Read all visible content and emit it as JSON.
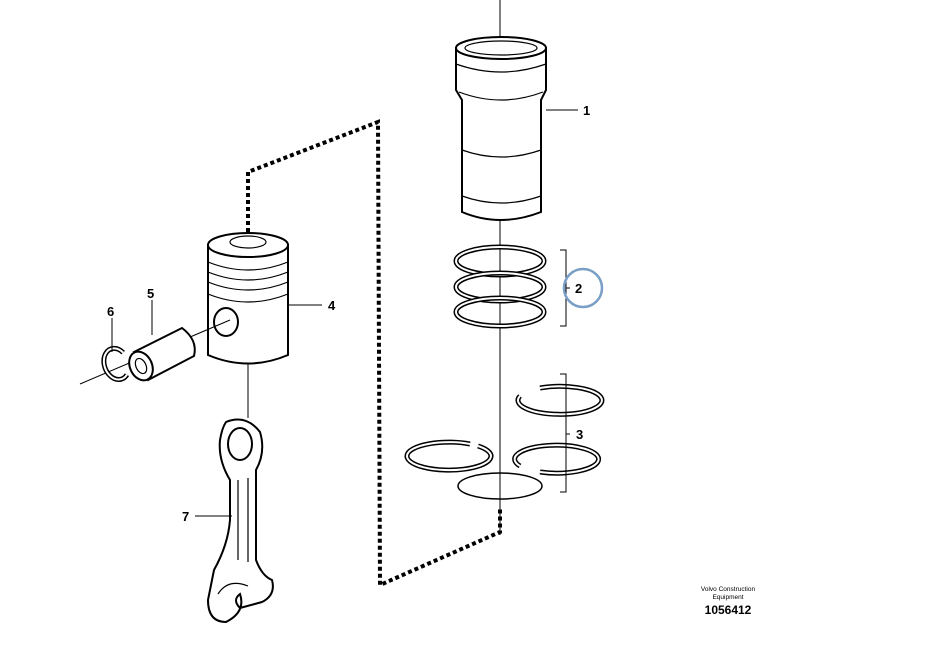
{
  "callouts": {
    "c1": "1",
    "c2": "2",
    "c3": "3",
    "c4": "4",
    "c5": "5",
    "c6": "6",
    "c7": "7"
  },
  "credit": {
    "line1": "Volvo Construction",
    "line2": "Equipment",
    "number": "1056412"
  },
  "colors": {
    "lines": "#000000",
    "highlight_circle": "#7a9fc6",
    "background": "#ffffff"
  },
  "highlighted_callout": "2"
}
